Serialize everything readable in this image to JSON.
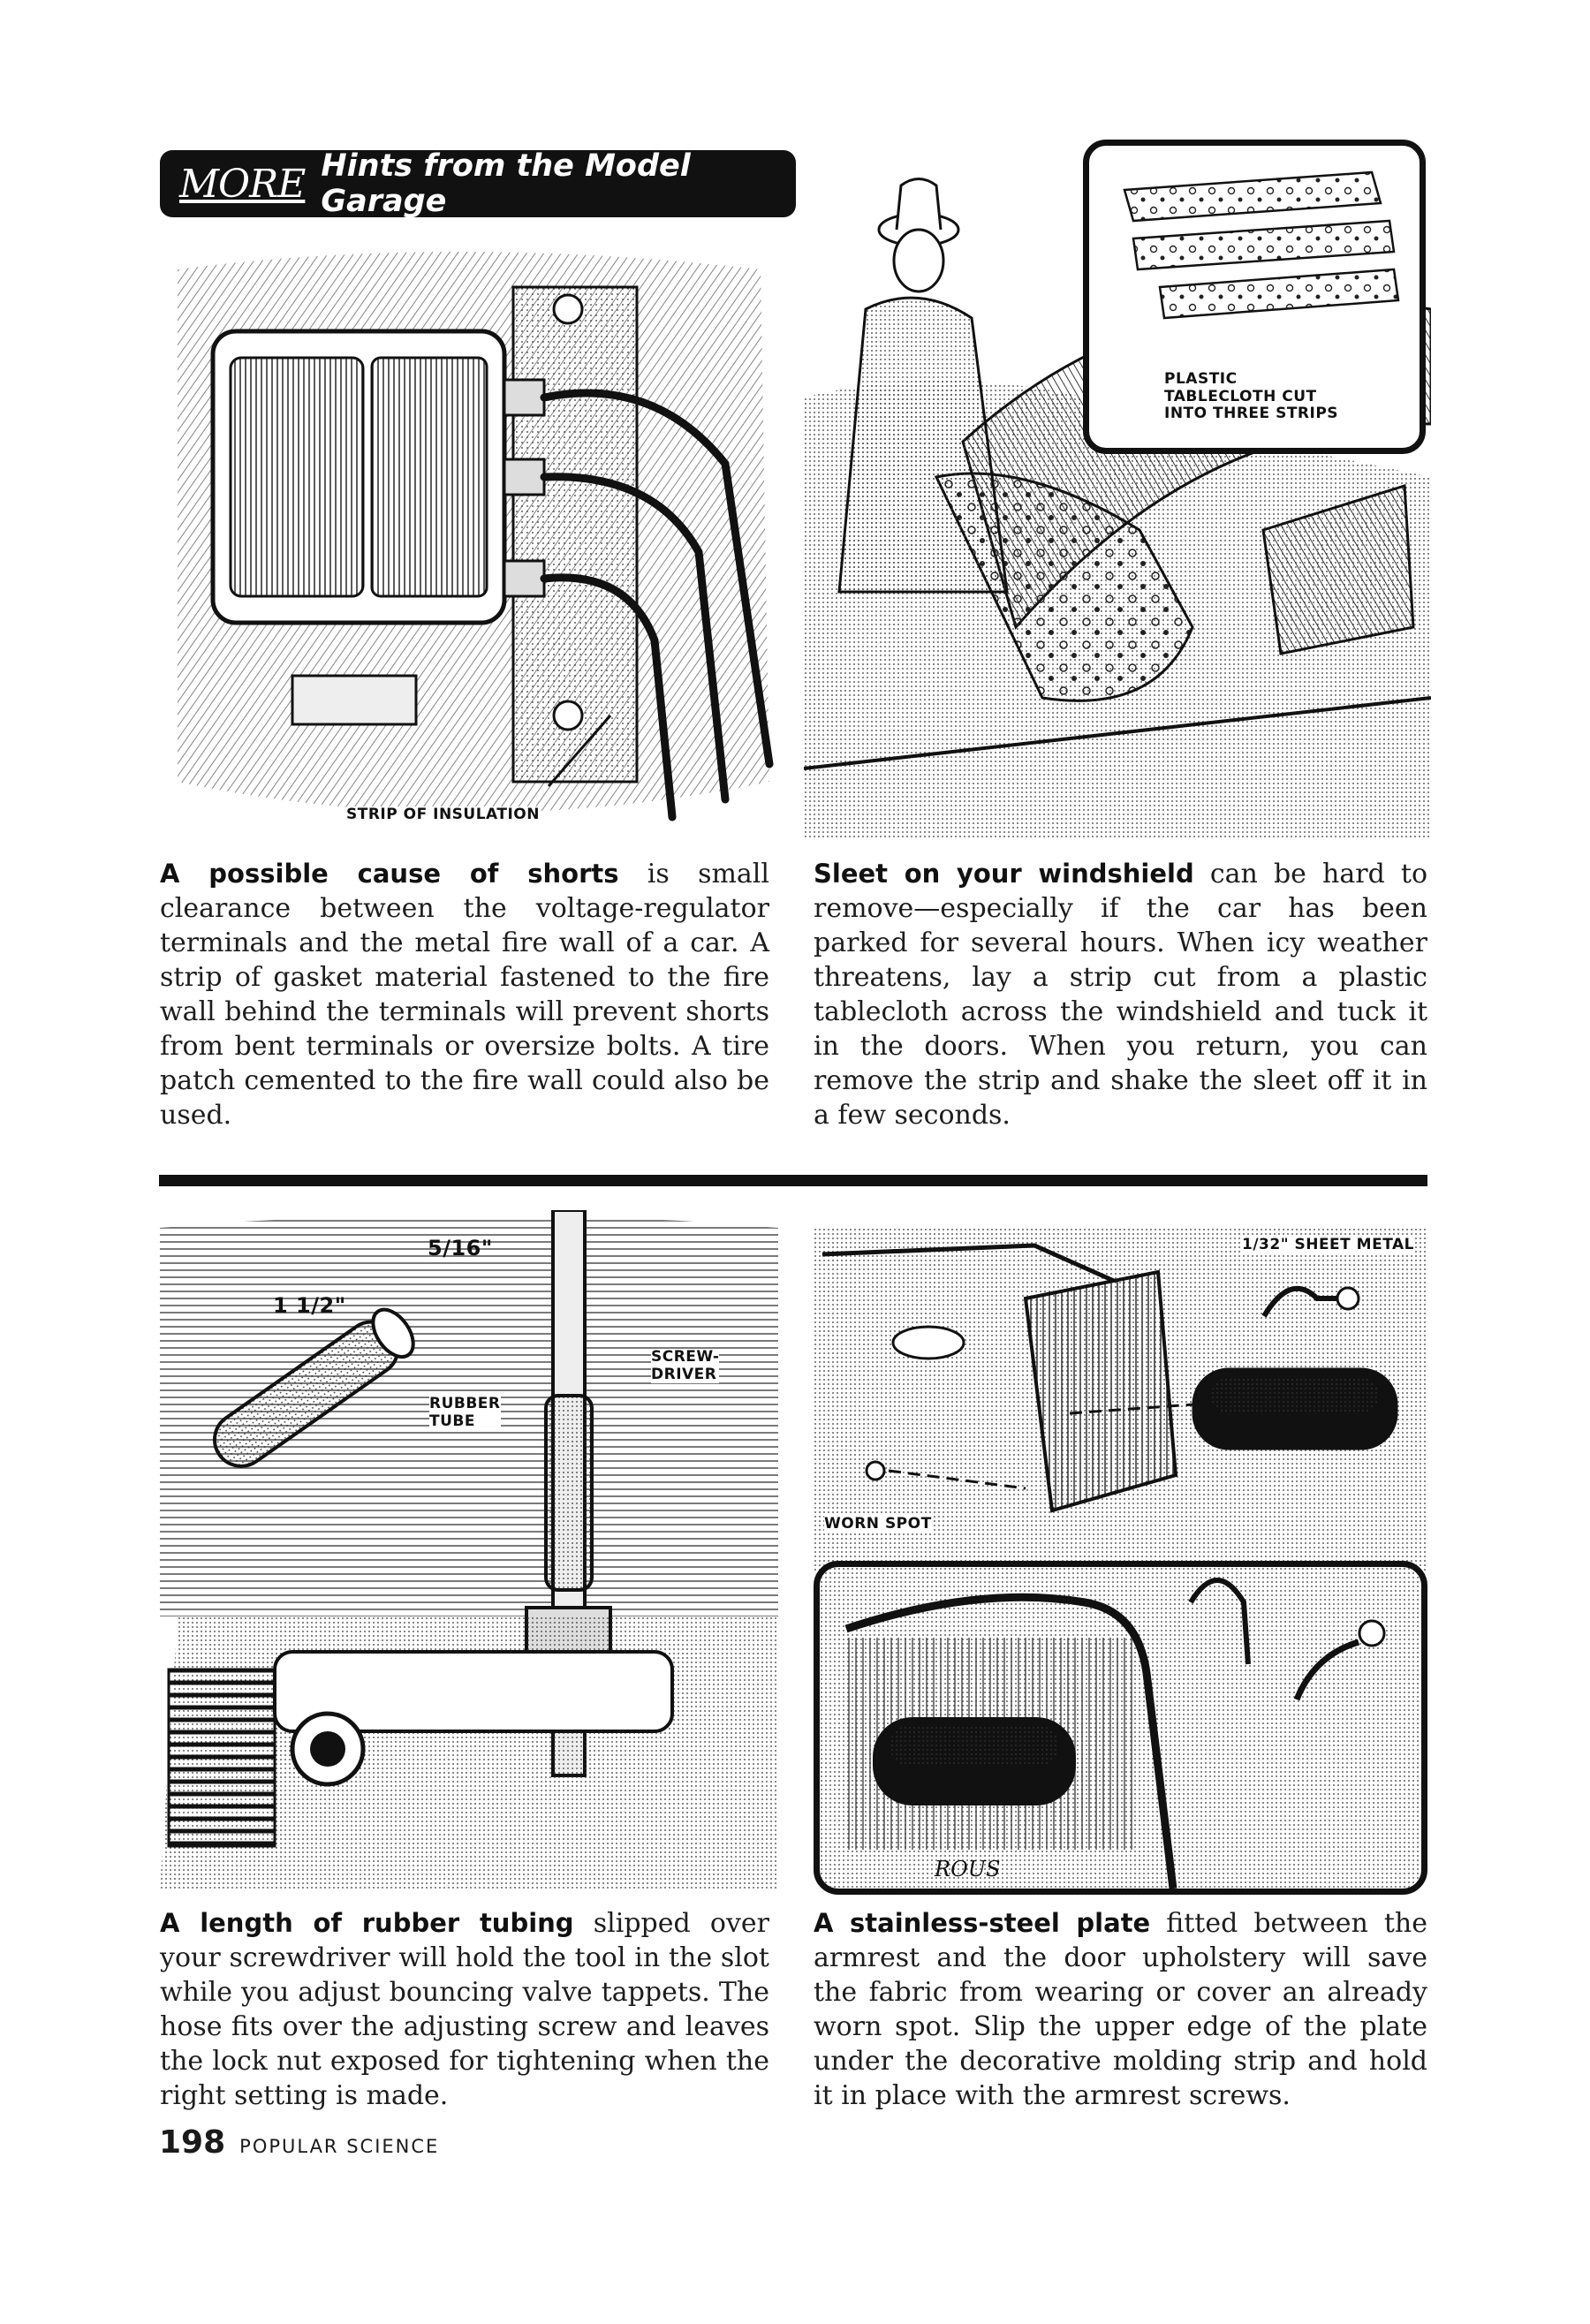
{
  "header": {
    "more": "MORE",
    "title": "Hints from the Model Garage"
  },
  "callouts": {
    "strip_of_insulation": "STRIP OF INSULATION",
    "plastic_tablecloth": [
      "PLASTIC",
      "TABLECLOTH CUT",
      "INTO THREE STRIPS"
    ],
    "five_sixteenths": "5/16\"",
    "one_half": "1 1/2\"",
    "rubber_tube": [
      "RUBBER",
      "TUBE"
    ],
    "screwdriver": [
      "SCREW-",
      "DRIVER"
    ],
    "sheet_metal": "1/32\" SHEET METAL",
    "worn_spot": "WORN SPOT",
    "signature": "ROUS"
  },
  "captions": {
    "shorts": {
      "lead": "A possible cause of shorts",
      "body": " is small clearance between the voltage-regulator terminals and the metal fire wall of a car. A strip of gasket material fastened to the fire wall behind the terminals will prevent shorts from bent terminals or oversize bolts. A tire patch cemented to the fire wall could also be used."
    },
    "sleet": {
      "lead": "Sleet on your windshield",
      "body": " can be hard to remove—especially if the car has been parked for several hours. When icy weather threatens, lay a strip cut from a plastic tablecloth across the windshield and tuck it in the doors. When you return, you can remove the strip and shake the sleet off it in a few seconds."
    },
    "rubber": {
      "lead": "A length of rubber tubing",
      "body": " slipped over your screwdriver will hold the tool in the slot while you adjust bouncing valve tappets. The hose fits over the adjusting screw and leaves the lock nut exposed for tightening when the right setting is made."
    },
    "steel": {
      "lead": "A stainless-steel plate",
      "body": " fitted between the armrest and the door upholstery will save the fabric from wearing or cover an already worn spot. Slip the upper edge of the plate under the decorative molding strip and hold it in place with the armrest screws."
    }
  },
  "footer": {
    "page_number": "198",
    "magazine": "POPULAR SCIENCE"
  }
}
